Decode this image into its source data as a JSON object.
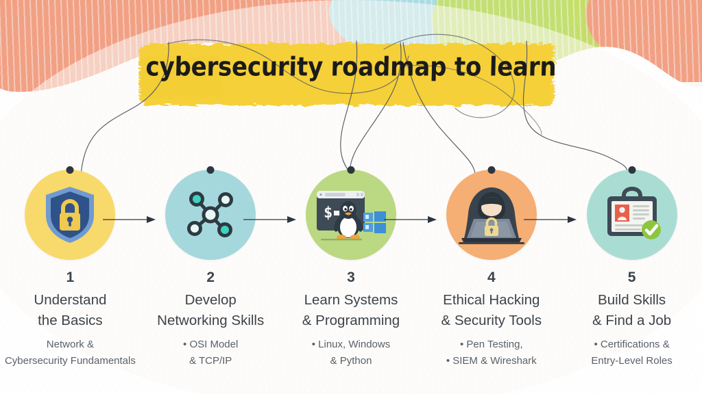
{
  "title": "cybersecurity roadmap to learn",
  "banner": {
    "color": "#F5D037"
  },
  "background": {
    "coral": "#F2A185",
    "sky": "#A9DCE3",
    "lime": "#C5E06B",
    "yellow": "#F5D037",
    "paper": "#FAF8F4",
    "wave": "#FFFFFF"
  },
  "connector": {
    "line_color": "#4a4f57",
    "dot_color": "#2e3640"
  },
  "arrow": {
    "color": "#2f3540",
    "label": "arrow-right"
  },
  "steps": [
    {
      "number": "1",
      "heading": "Understand\nthe Basics",
      "sub": "Network &\nCybersecurity Fundamentals",
      "circle_color": "#F8D96B",
      "icon": "shield-lock-icon"
    },
    {
      "number": "2",
      "heading": "Develop\nNetworking Skills",
      "sub": "• OSI Model\n& TCP/IP",
      "circle_color": "#A5D8DC",
      "icon": "network-nodes-icon"
    },
    {
      "number": "3",
      "heading": "Learn Systems\n& Programming",
      "sub": "• Linux, Windows\n& Python",
      "circle_color": "#BBD882",
      "icon": "terminal-linux-windows-icon"
    },
    {
      "number": "4",
      "heading": "Ethical Hacking\n& Security Tools",
      "sub": "• Pen Testing,\n• SIEM & Wireshark",
      "circle_color": "#F5AE73",
      "icon": "hacker-laptop-icon"
    },
    {
      "number": "5",
      "heading": "Build Skills\n& Find a Job",
      "sub": "• Certifications &\nEntry-Level Roles",
      "circle_color": "#A9DDD3",
      "icon": "resume-briefcase-check-icon"
    }
  ]
}
